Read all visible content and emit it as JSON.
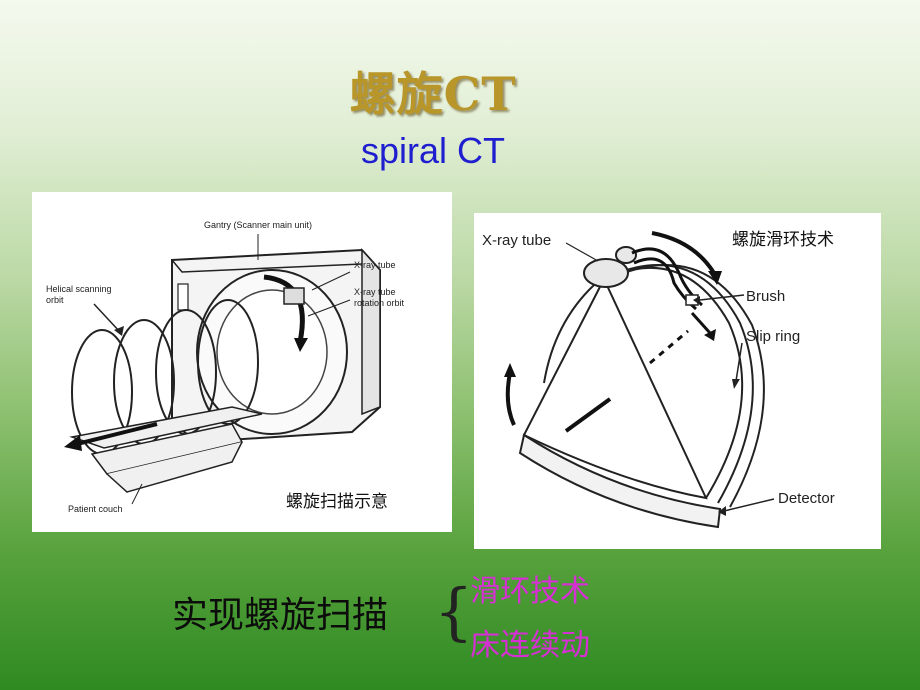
{
  "title": {
    "cn": "螺旋CT",
    "en": "spiral CT"
  },
  "left_figure": {
    "gantry": "Gantry (Scanner main unit)",
    "xray_tube": "X-ray tube",
    "xray_rotation_1": "X-ray tube",
    "xray_rotation_2": "rotation orbit",
    "helical_1": "Helical scanning",
    "helical_2": "orbit",
    "couch": "Patient couch",
    "caption": "螺旋扫描示意"
  },
  "right_figure": {
    "xray_tube": "X-ray tube",
    "brush": "Brush",
    "slip_ring": "Slip ring",
    "detector": "Detector",
    "caption": "螺旋滑环技术"
  },
  "bottom": {
    "label": "实现螺旋扫描",
    "brace": "{",
    "items": [
      "滑环技术",
      "床连续动"
    ]
  },
  "colors": {
    "title_cn": "#b8962a",
    "title_en": "#1f1fd0",
    "items": "#d62fd4"
  }
}
